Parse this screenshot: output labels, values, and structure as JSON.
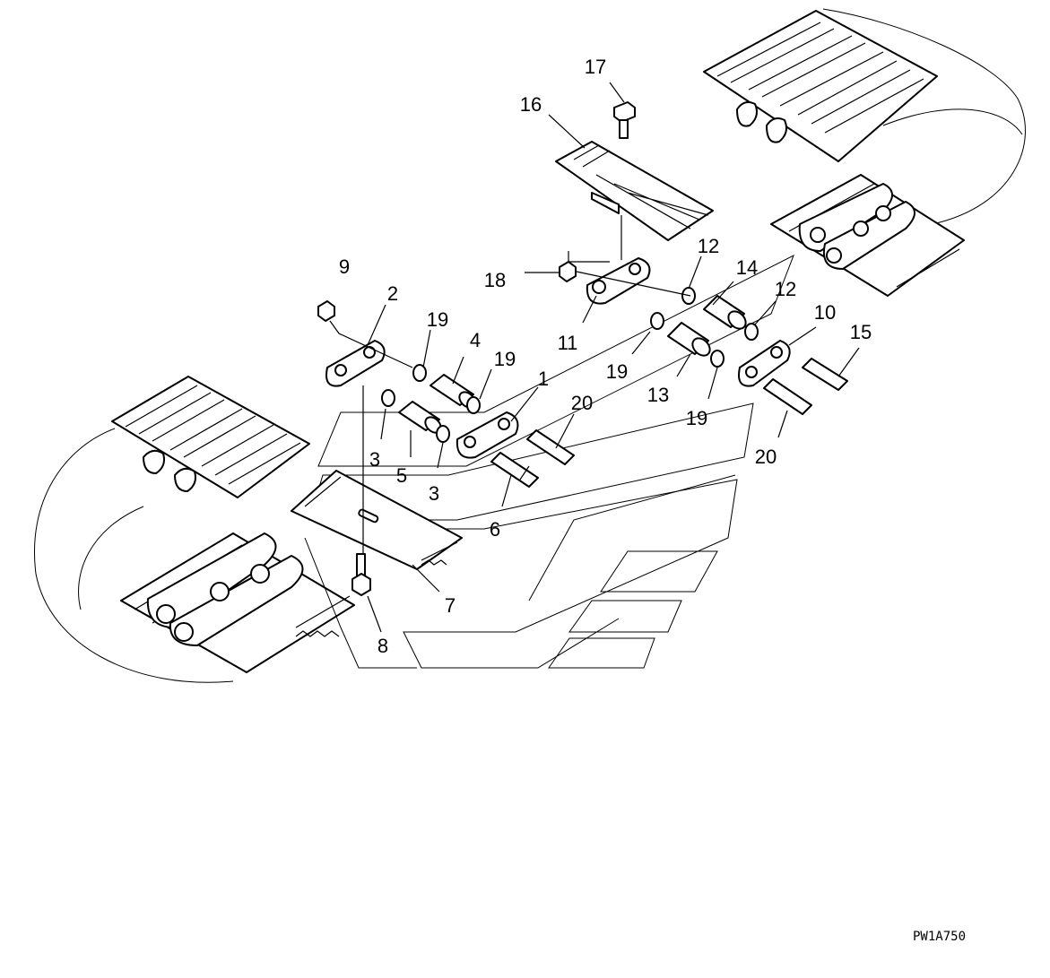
{
  "diagram": {
    "drawing_code": "PW1A750",
    "callouts": {
      "c1": "1",
      "c2": "2",
      "c3a": "3",
      "c3b": "3",
      "c4": "4",
      "c5": "5",
      "c6": "6",
      "c7": "7",
      "c8": "8",
      "c9": "9",
      "c10": "10",
      "c11": "11",
      "c12a": "12",
      "c12b": "12",
      "c13": "13",
      "c14": "14",
      "c15": "15",
      "c16": "16",
      "c17": "17",
      "c18": "18",
      "c19a": "19",
      "c19b": "19",
      "c19c": "19",
      "c19d": "19",
      "c20a": "20",
      "c20b": "20"
    }
  }
}
